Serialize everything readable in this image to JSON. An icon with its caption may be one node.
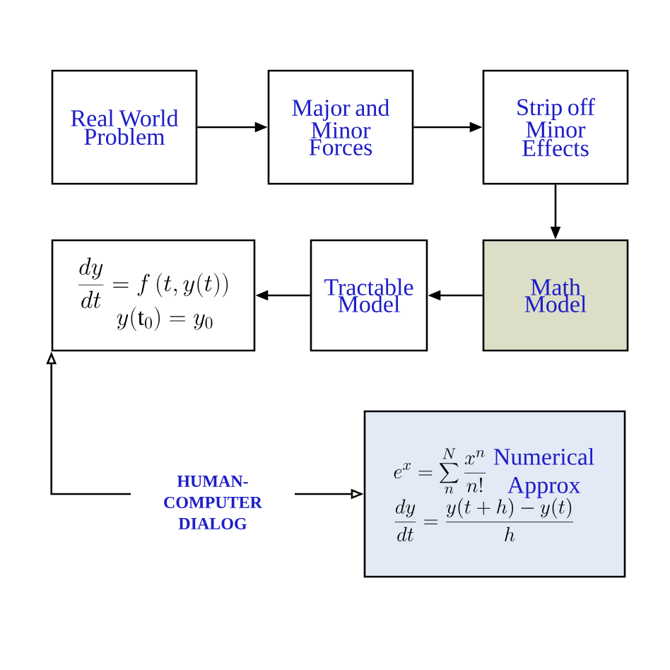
{
  "diagram": {
    "nodes": [
      {
        "text": [
          "Real World Problem"
        ]
      },
      {
        "text": [
          "Major and Minor Forces"
        ]
      },
      {
        "text": [
          "Strip off Minor Effects"
        ]
      },
      {
        "text": [
          "Math Model"
        ]
      },
      {
        "text": [
          "Tractable Model"
        ]
      },
      {
        "text": [
          "\\frac{dy}{dt}=f\\left(t,y(t)\\right)",
          "y(\\mathrm{t}_0)=y_0"
        ]
      },
      {
        "text": [
          "e^x=\\sum_n^N\\frac{x^n}{n!}",
          "Numerical Approx",
          "\\frac{dy}{dt}=\\frac{y(t+h)-y(t)}{h}"
        ]
      }
    ],
    "edges": [
      {
        "from": 0,
        "to": 1,
        "arrow": "to"
      },
      {
        "from": 1,
        "to": 2,
        "arrow": "to"
      },
      {
        "from": 2,
        "to": 3,
        "arrow": "to"
      },
      {
        "from": 3,
        "to": 4,
        "arrow": "to"
      },
      {
        "from": 4,
        "to": 5,
        "arrow": "to"
      },
      {
        "from": 5,
        "to": 6,
        "arrow": "both",
        "label": "HUMAN-COMPUTER DIALOG"
      }
    ]
  }
}
